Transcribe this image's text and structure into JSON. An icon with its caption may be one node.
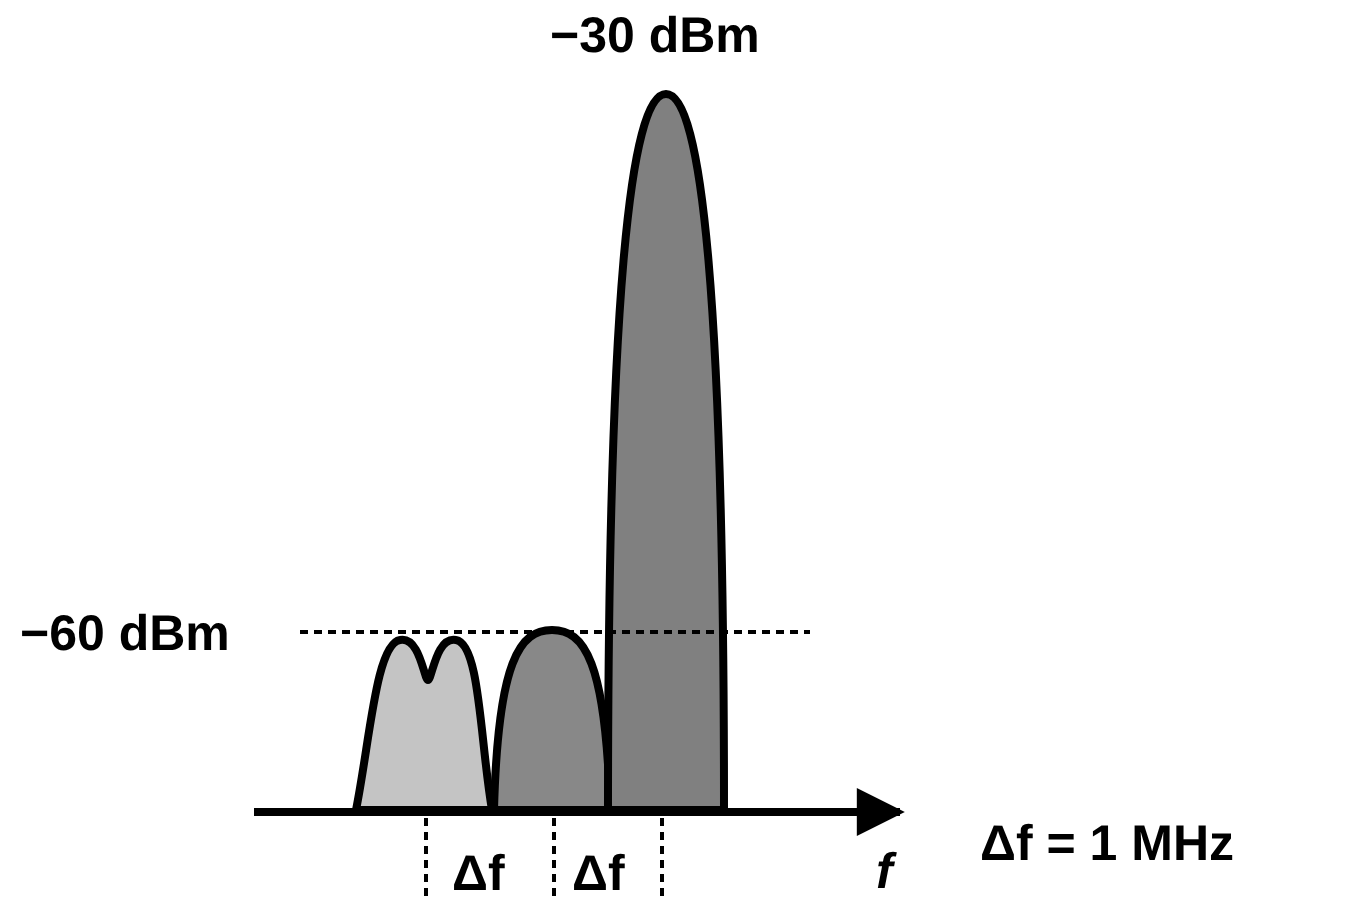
{
  "diagram": {
    "labels": [
      "−30 dBm",
      "−60 dBm",
      "Δf",
      "Δf",
      "f",
      "Δf = 1 MHz"
    ]
  }
}
